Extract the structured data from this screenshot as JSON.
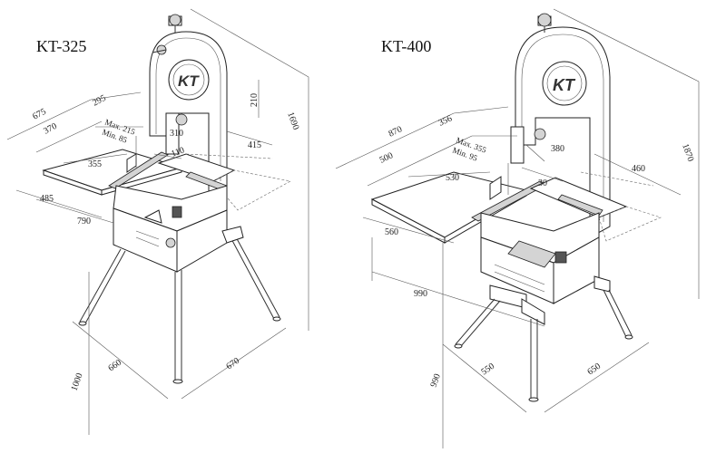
{
  "models": [
    {
      "name": "KT-325",
      "logo": "KT",
      "dims": {
        "d675": "675",
        "d295": "295",
        "d370": "370",
        "dmax": "Max. 215",
        "dmin": "Min. 85",
        "d310": "310",
        "d210": "210",
        "d415": "415",
        "d110": "110",
        "d355": "355",
        "d485": "485",
        "d790": "790",
        "d1690": "1690",
        "d1000": "1000",
        "d660": "660",
        "d670": "670"
      }
    },
    {
      "name": "KT-400",
      "logo": "KT",
      "dims": {
        "d870": "870",
        "d356": "356",
        "d500": "500",
        "dmax": "Max. 355",
        "dmin": "Min. 95",
        "d380": "380",
        "d530": "530",
        "d30": "30",
        "d460": "460",
        "d560": "560",
        "d1870": "1870",
        "d990a": "990",
        "d990b": "990",
        "d550": "550",
        "d650": "650"
      }
    }
  ]
}
